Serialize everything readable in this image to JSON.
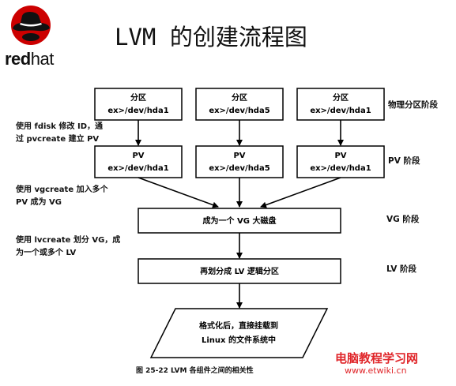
{
  "brand": {
    "name_bold": "red",
    "name_light": "hat"
  },
  "title": "LVM 的创建流程图",
  "partitions": [
    {
      "line1": "分区",
      "line2": "ex>/dev/hda1"
    },
    {
      "line1": "分区",
      "line2": "ex>/dev/hda5"
    },
    {
      "line1": "分区",
      "line2": "ex>/dev/hda1"
    }
  ],
  "pvs": [
    {
      "line1": "PV",
      "line2": "ex>/dev/hda1"
    },
    {
      "line1": "PV",
      "line2": "ex>/dev/hda5"
    },
    {
      "line1": "PV",
      "line2": "ex>/dev/hda1"
    }
  ],
  "vg_box": "成为一个 VG 大磁盘",
  "lv_box": "再划分成 LV 逻辑分区",
  "fs_box": {
    "line1": "格式化后，直接挂载到",
    "line2": "Linux 的文件系统中"
  },
  "notes": {
    "fdisk": [
      "使用 fdisk 修改 ID，通",
      "过 pvcreate 建立 PV"
    ],
    "vgcreate": [
      "使用 vgcreate 加入多个",
      "PV 成为 VG"
    ],
    "lvcreate": [
      "使用 lvcreate 划分 VG，成",
      "为一个或多个 LV"
    ]
  },
  "stages": {
    "physical": "物理分区阶段",
    "pv": "PV 阶段",
    "vg": "VG 阶段",
    "lv": "LV 阶段"
  },
  "caption": "图 25-22  LVM 各组件之间的相关性",
  "watermark": {
    "line1": "电脑教程学习网",
    "line2": "www.etwiki.cn"
  },
  "colors": {
    "brand_red": "#cc0000",
    "watermark_red": "#e0262a"
  }
}
